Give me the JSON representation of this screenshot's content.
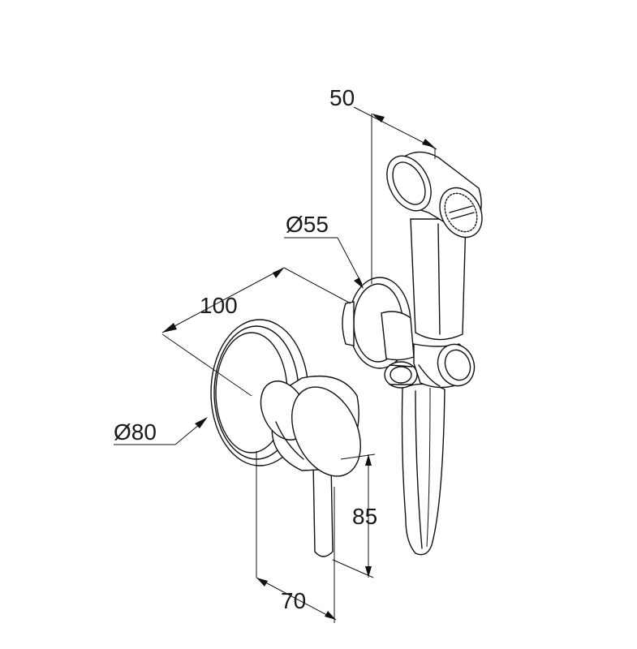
{
  "dimensions": {
    "width_top": "50",
    "diameter_small": "Ø55",
    "depth": "100",
    "diameter_large": "Ø80",
    "height_lever": "85",
    "width_bottom": "70"
  }
}
